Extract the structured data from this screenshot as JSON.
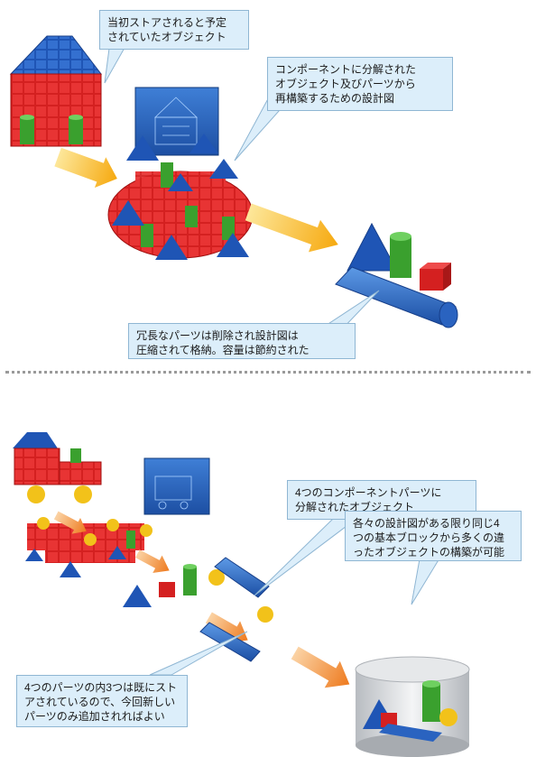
{
  "top": {
    "callout_original": "当初ストアされると予定\nされていたオブジェクト",
    "callout_blueprint": "コンポーネントに分解された\nオブジェクト及びパーツから\n再構築するための設計図",
    "callout_compressed": "冗長なパーツは削除され設計図は\n圧縮されて格納。容量は節約された"
  },
  "bottom": {
    "callout_four_parts": "4つのコンポーネントパーツに\n分解されたオブジェクト",
    "callout_reuse": "各々の設計図がある限り同じ4\nつの基本ブロックから多くの違\nったオブジェクトの構築が可能",
    "callout_stored": "4つのパーツの内3つは既にスト\nアされているので、今回新しい\nパーツのみ追加されればよい"
  },
  "colors": {
    "red_block": "#d42020",
    "blue_block": "#1f55b5",
    "green_block": "#3aa02e",
    "yellow_ball": "#f2c21a",
    "arrow_top": "#f6b21b",
    "arrow_bottom": "#f0892a",
    "callout_fill": "#dceefa"
  }
}
